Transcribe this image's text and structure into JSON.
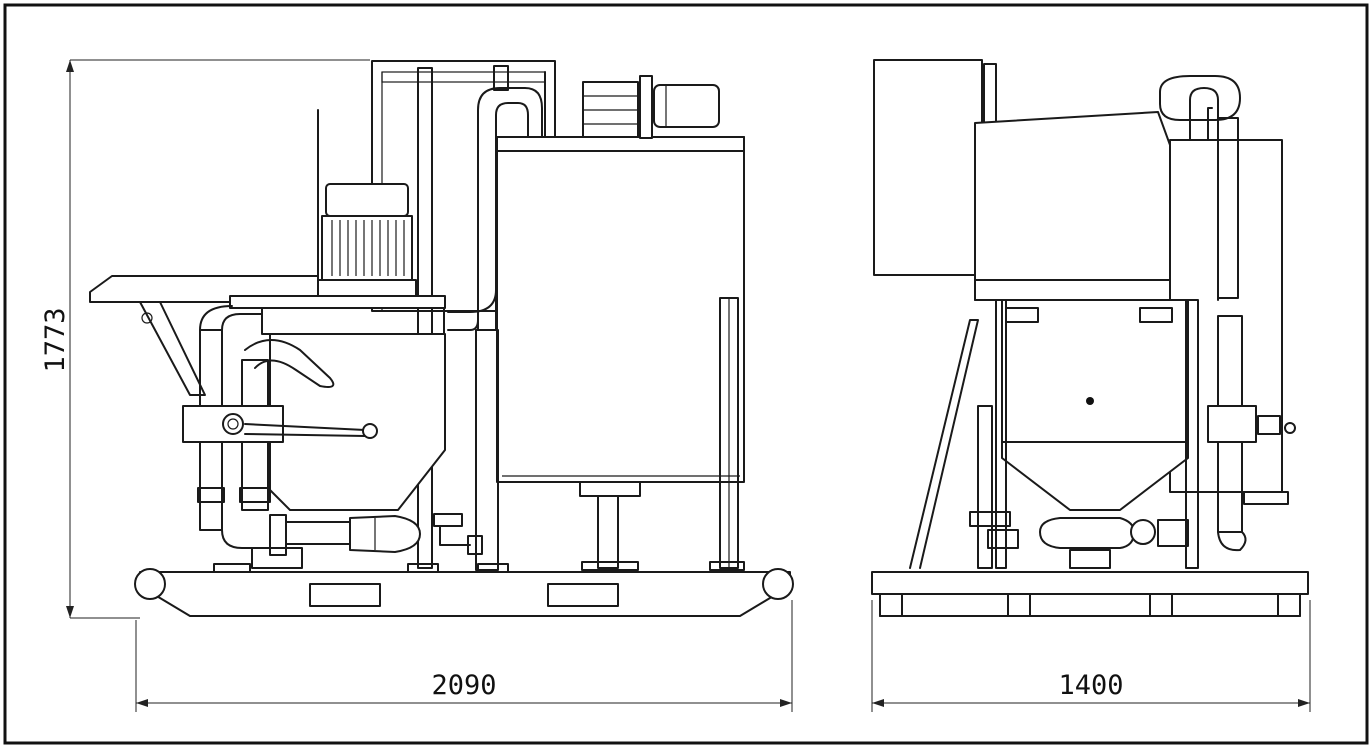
{
  "dimensions": {
    "height": "1773",
    "length": "2090",
    "width": "1400"
  },
  "colors": {
    "line": "#1a1a1a",
    "background": "#ffffff"
  }
}
